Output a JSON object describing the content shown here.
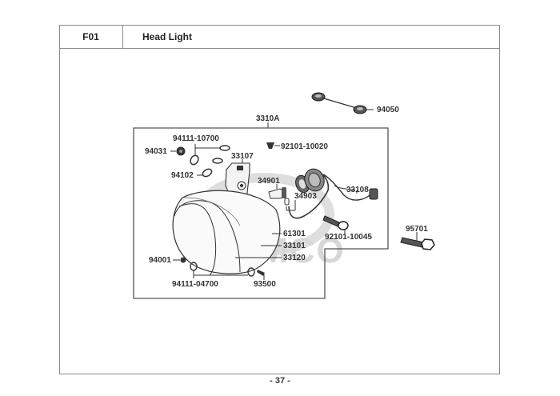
{
  "header": {
    "section_code": "F01",
    "title": "Head Light"
  },
  "footer": {
    "page_number": "- 37 -"
  },
  "watermark": {
    "brand": "KYMCO"
  },
  "parts": [
    {
      "id": "p-94050",
      "label": "94050"
    },
    {
      "id": "p-3310A",
      "label": "3310A"
    },
    {
      "id": "p-94111-10700",
      "label": "94111-10700"
    },
    {
      "id": "p-94031",
      "label": "94031"
    },
    {
      "id": "p-92101-10020",
      "label": "92101-10020"
    },
    {
      "id": "p-33107",
      "label": "33107"
    },
    {
      "id": "p-94102",
      "label": "94102"
    },
    {
      "id": "p-34901",
      "label": "34901"
    },
    {
      "id": "p-34903",
      "label": "34903"
    },
    {
      "id": "p-33108",
      "label": "33108"
    },
    {
      "id": "p-92101-10045",
      "label": "92101-10045"
    },
    {
      "id": "p-95701",
      "label": "95701"
    },
    {
      "id": "p-61301",
      "label": "61301"
    },
    {
      "id": "p-33101",
      "label": "33101"
    },
    {
      "id": "p-33120",
      "label": "33120"
    },
    {
      "id": "p-94001",
      "label": "94001"
    },
    {
      "id": "p-94111-04700",
      "label": "94111-04700"
    },
    {
      "id": "p-93500",
      "label": "93500"
    }
  ]
}
